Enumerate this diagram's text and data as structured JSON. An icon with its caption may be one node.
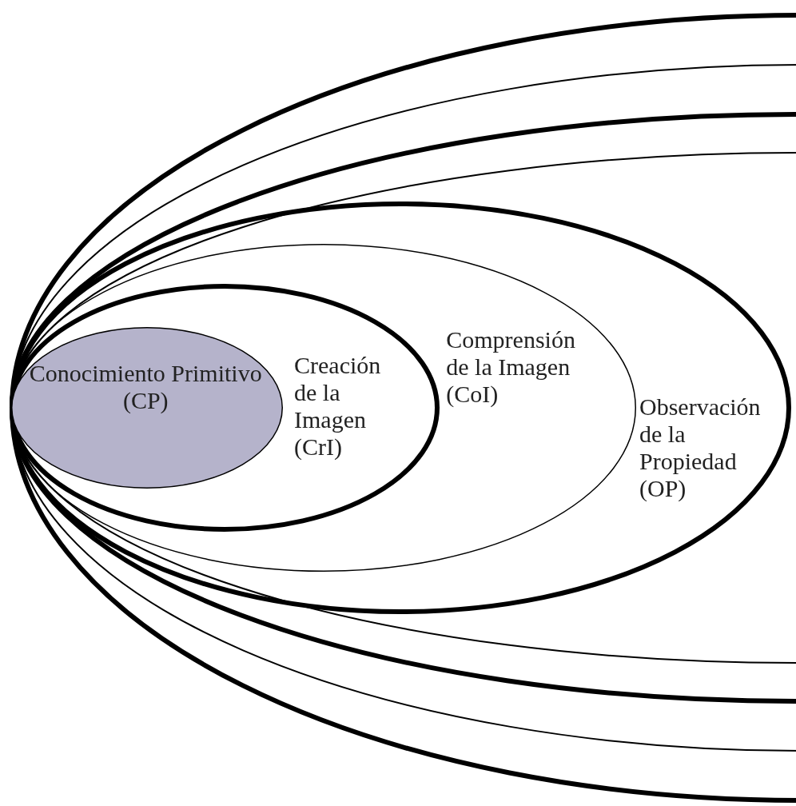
{
  "diagram": {
    "nodes": [
      {
        "text": [],
        "shape": "ellipse"
      },
      {
        "text": [],
        "shape": "ellipse",
        "in": 0
      },
      {
        "text": [],
        "shape": "ellipse",
        "in": 1
      },
      {
        "text": [],
        "shape": "ellipse",
        "in": 2
      },
      {
        "text": [
          "Observación de la Propiedad (OP)"
        ],
        "in": 3
      },
      {
        "text": [
          "Comprensión de la Imagen (CoI)"
        ],
        "in": 4
      },
      {
        "text": [
          "Creación de la Imagen (CrI)"
        ],
        "in": 5
      },
      {
        "text": [
          "Conocimiento Primitivo (CP)"
        ],
        "in": 6
      }
    ]
  }
}
